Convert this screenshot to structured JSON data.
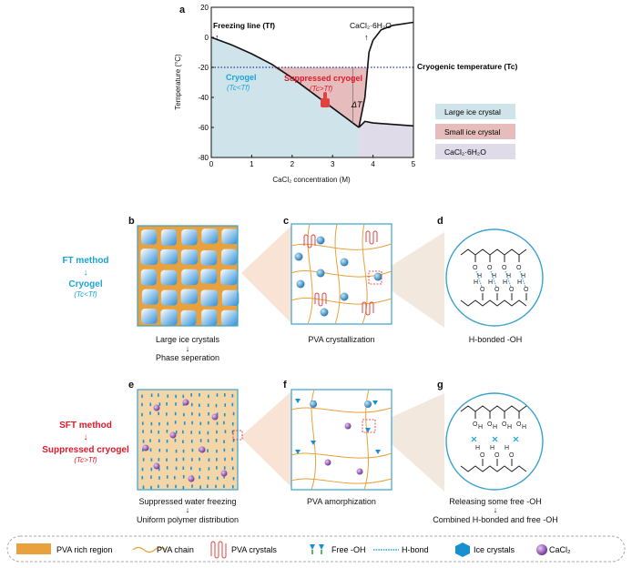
{
  "panel_labels": [
    "a",
    "b",
    "c",
    "d",
    "e",
    "f",
    "g"
  ],
  "chart_data": {
    "type": "area",
    "xlabel": "CaCl₂ concentration (M)",
    "ylabel": "Temperature (°C)",
    "xlim": [
      0,
      5
    ],
    "ylim": [
      -80,
      20
    ],
    "xticks": [
      "0",
      "1",
      "2",
      "3",
      "4",
      "5"
    ],
    "yticks": [
      "20",
      "0",
      "-20",
      "-40",
      "-60",
      "-80"
    ],
    "freezing_line": {
      "x": [
        0,
        0.5,
        1,
        1.5,
        2,
        2.5,
        3,
        3.5,
        3.65
      ],
      "y": [
        0,
        -5,
        -11,
        -18,
        -27,
        -37,
        -47,
        -57,
        -60
      ]
    },
    "eutectic_line": {
      "x": [
        3.65,
        3.8,
        4.0,
        4.5,
        5.0
      ],
      "y": [
        -60,
        -56,
        -57,
        -58,
        -59
      ]
    },
    "hexahydrate_line": {
      "x": [
        3.65,
        3.8,
        3.9,
        4.0,
        4.2,
        4.5,
        5.0
      ],
      "y": [
        -60,
        -40,
        -10,
        -2,
        5,
        8,
        10
      ]
    },
    "cryogenic_line_y": -20,
    "delta_marker_x": 3.5,
    "regions": [
      {
        "name": "Large ice crystal",
        "color": "#cfe4ea"
      },
      {
        "name": "Small ice crystal",
        "color": "#e6bcbc"
      },
      {
        "name": "CaCl₂·6H₂O",
        "color": "#dfdbe8"
      }
    ],
    "annotations": {
      "freezing_line": "Freezing line (Tf)",
      "hexahydrate": "CaCl₂·6H₂O",
      "cryogenic": "Cryogenic temperature (Tc)",
      "cryogel": "Cryogel",
      "cryogel_cond": "(Tc<Tf)",
      "suppressed": "Suppressed cryogel",
      "suppressed_cond": "(Tc>Tf)",
      "delta": "ΔT"
    }
  },
  "method_ft": {
    "title": "FT method",
    "result": "Cryogel",
    "cond": "(Tc<Tf)"
  },
  "method_sft": {
    "title": "SFT method",
    "result": "Suppressed cryogel",
    "cond": "(Tc>Tf)"
  },
  "captions": {
    "b1": "Large ice crystals",
    "b2": "Phase seperation",
    "c": "PVA crystallization",
    "d": "H-bonded -OH",
    "e1": "Suppressed water freezing",
    "e2": "Uniform polymer distribution",
    "f": "PVA amorphization",
    "g1": "Releasing some free -OH",
    "g2": "Combined H-bonded and free -OH"
  },
  "legend": [
    {
      "label": "PVA rich region",
      "icon": "orange-square-icon"
    },
    {
      "label": "PVA chain",
      "icon": "wavy-line-icon"
    },
    {
      "label": "PVA crystals",
      "icon": "crystal-loop-icon"
    },
    {
      "label": "Free -OH",
      "icon": "free-oh-icon"
    },
    {
      "label": "H-bond",
      "icon": "dotted-line-icon"
    },
    {
      "label": "Ice crystals",
      "icon": "hexagon-icon"
    },
    {
      "label": "CaCl₂",
      "icon": "sphere-icon"
    }
  ],
  "colors": {
    "blue": "#1ba3d6",
    "red": "#e0192b",
    "orange": "#e8a13c",
    "panel_border": "#3aa2cf"
  }
}
